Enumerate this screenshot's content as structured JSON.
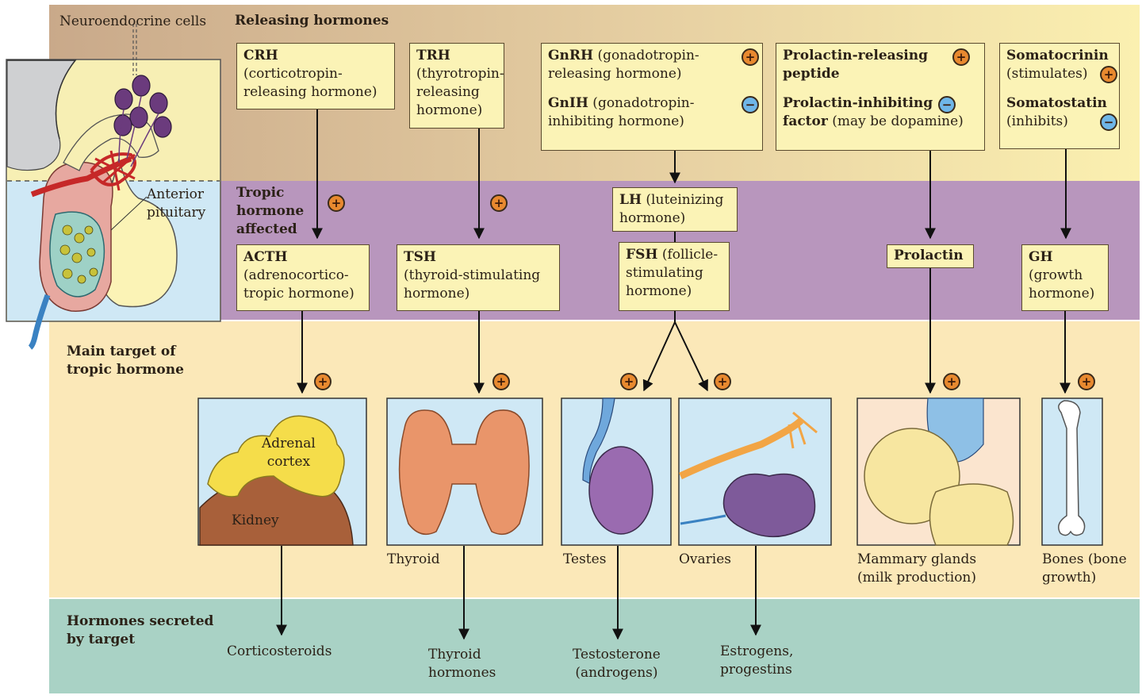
{
  "colors": {
    "releasing_band": "#d7b99a",
    "releasing_band_light": "#f7eaa8",
    "tropic_band": "#b896bd",
    "target_band": "#fbe8b8",
    "secreted_band": "#a9d2c5",
    "box_fill": "#fbf3b6",
    "stimulate": "#e8892f",
    "inhibit": "#6fb6e8"
  },
  "labels": {
    "neuroendocrine_cells": "Neuroendocrine cells",
    "anterior_pituitary_line1": "Anterior",
    "anterior_pituitary_line2": "pituitary",
    "releasing_hormones": "Releasing hormones",
    "tropic_line1": "Tropic",
    "tropic_line2": "hormone",
    "tropic_line3": "affected",
    "main_target_line1": "Main target of",
    "main_target_line2": "tropic hormone",
    "secreted_line1": "Hormones secreted",
    "secreted_line2": "by target"
  },
  "signs": {
    "plus": "+",
    "minus": "−"
  },
  "releasing": {
    "crh": {
      "abbr": "CRH",
      "l1": "(corticotropin-",
      "l2": "releasing hormone)"
    },
    "trh": {
      "abbr": "TRH",
      "l1": "(thyrotropin-",
      "l2": "releasing",
      "l3": "hormone)"
    },
    "gnrh": {
      "abbr": "GnRH",
      "l1": " (gonadotropin-",
      "l2": "releasing hormone)"
    },
    "gnih": {
      "abbr": "GnIH",
      "l1": " (gonadotropin-",
      "l2": "inhibiting hormone)"
    },
    "prp": {
      "l1": "Prolactin-releasing",
      "l2": "peptide"
    },
    "pif": {
      "l1": "Prolactin-inhibiting",
      "l2b": "factor",
      "l2": " (may be dopamine)"
    },
    "somatocrinin": {
      "abbr": "Somatocrinin",
      "l1": "(stimulates)"
    },
    "somatostatin": {
      "abbr": "Somatostatin",
      "l1": "(inhibits)"
    }
  },
  "tropic": {
    "acth": {
      "abbr": "ACTH",
      "l1": "(adrenocortico-",
      "l2": "tropic hormone)"
    },
    "tsh": {
      "abbr": "TSH",
      "l1": "(thyroid-stimulating",
      "l2": "hormone)"
    },
    "lh": {
      "abbr": "LH",
      "l1": " (luteinizing",
      "l2": "hormone)"
    },
    "fsh": {
      "abbr": "FSH",
      "l1": " (follicle-",
      "l2": "stimulating",
      "l3": "hormone)"
    },
    "prolactin": {
      "abbr": "Prolactin"
    },
    "gh": {
      "abbr": "GH",
      "l1": "(growth",
      "l2": "hormone)"
    }
  },
  "targets": {
    "adrenal_line1": "Adrenal",
    "adrenal_line2": "cortex",
    "kidney": "Kidney",
    "thyroid": "Thyroid",
    "testes": "Testes",
    "ovaries": "Ovaries",
    "mammary_line1": "Mammary glands",
    "mammary_line2": "(milk production)",
    "bones_line1": "Bones (bone",
    "bones_line2": "growth)"
  },
  "secreted": {
    "corticosteroids": "Corticosteroids",
    "thyroid_line1": "Thyroid",
    "thyroid_line2": "hormones",
    "testosterone_line1": "Testosterone",
    "testosterone_line2": "(androgens)",
    "estrogens_line1": "Estrogens,",
    "estrogens_line2": "progestins"
  }
}
